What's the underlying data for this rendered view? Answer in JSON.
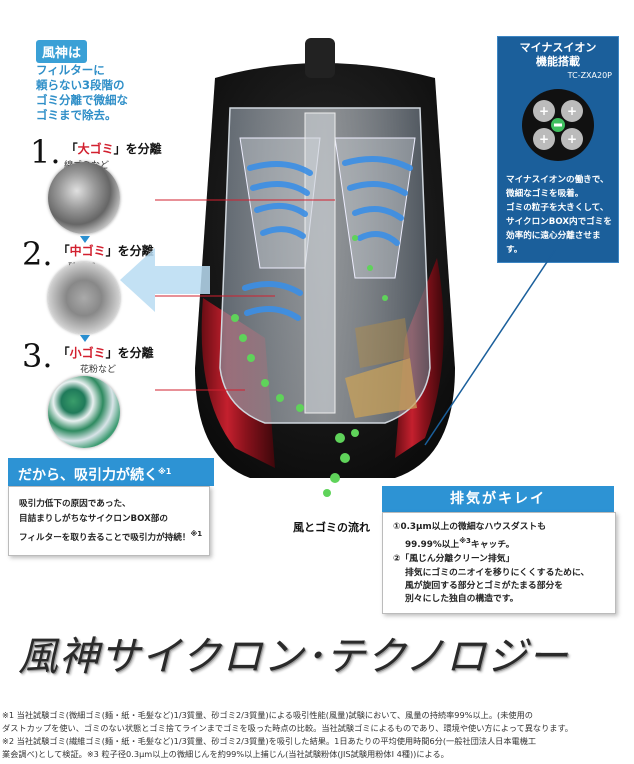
{
  "intro": {
    "tag": "風神は",
    "lines": [
      "フィルターに",
      "頼らない3段階の",
      "ゴミ分離で微細な",
      "ゴミまで除去。"
    ]
  },
  "steps": [
    {
      "num": "1.",
      "pre": "「",
      "hl": "大ゴミ",
      "post": "」を分離",
      "sub": "綿ゴミなど"
    },
    {
      "num": "2.",
      "pre": "「",
      "hl": "中ゴミ",
      "post": "」を分離",
      "sub": "砂など"
    },
    {
      "num": "3.",
      "pre": "「",
      "hl": "小ゴミ",
      "post": "」を分離",
      "sub": "花粉など"
    }
  ],
  "ion": {
    "title_1": "マイナスイオン",
    "title_2": "機能搭載",
    "model": "TC-ZXA20P",
    "desc": [
      "マイナスイオンの働きで、",
      "微細なゴミを吸着。",
      "ゴミの粒子を大きくして、",
      "サイクロンBOX内でゴミを",
      "効率的に遠心分離させます。"
    ]
  },
  "result": {
    "head": "だから、吸引力が続く",
    "head_mark": "※1",
    "lines": [
      "吸引力低下の原因であった、",
      "目詰まりしがちなサイクロンBOX部の",
      "フィルターを取り去ることで吸引力が持続！"
    ],
    "mark": "※1"
  },
  "flow_label": "風とゴミの流れ",
  "exhaust": {
    "head": "排気がキレイ",
    "item1_a": "①0.3μm以上の微細なハウスダストも",
    "item1_b": "99.99%以上",
    "item1_mark": "※3",
    "item1_c": "キャッチ。",
    "item2_head": "②「風じん分離クリーン排気」",
    "item2_lines": [
      "排気にゴミのニオイを移りにくくするために、",
      "風が旋回する部分とゴミがたまる部分を",
      "別々にした独自の構造です。"
    ]
  },
  "big_title": "風神サイクロン･テクノロジー",
  "footnotes": [
    "※1 当社試験ゴミ(微細ゴミ(麺・紙・毛髪など)1/3質量、砂ゴミ2/3質量)による吸引性能(風量)試験において、風量の持続率99%以上。(未使用の",
    "ダストカップを使い、ゴミのない状態とゴミ捨てラインまでゴミを吸った時点の比較。当社試験ゴミによるものであり、環境や使い方によって異なります。",
    "※2 当社試験ゴミ(繊維ゴミ(麺・紙・毛髪など)1/3質量、砂ゴミ2/3質量)を吸引した結果。1日あたりの平均使用時間6分(一般社団法人日本電機工",
    "業会調べ)として検証。※3 粒子径0.3μm以上の微細じんを約99%以上捕じん(当社試験粉体(JIS試験用粉体Ⅰ 4種))による。"
  ],
  "colors": {
    "accent_blue": "#2d93d4",
    "label_red": "#d2202f",
    "box_blue": "#1b5f9b"
  }
}
